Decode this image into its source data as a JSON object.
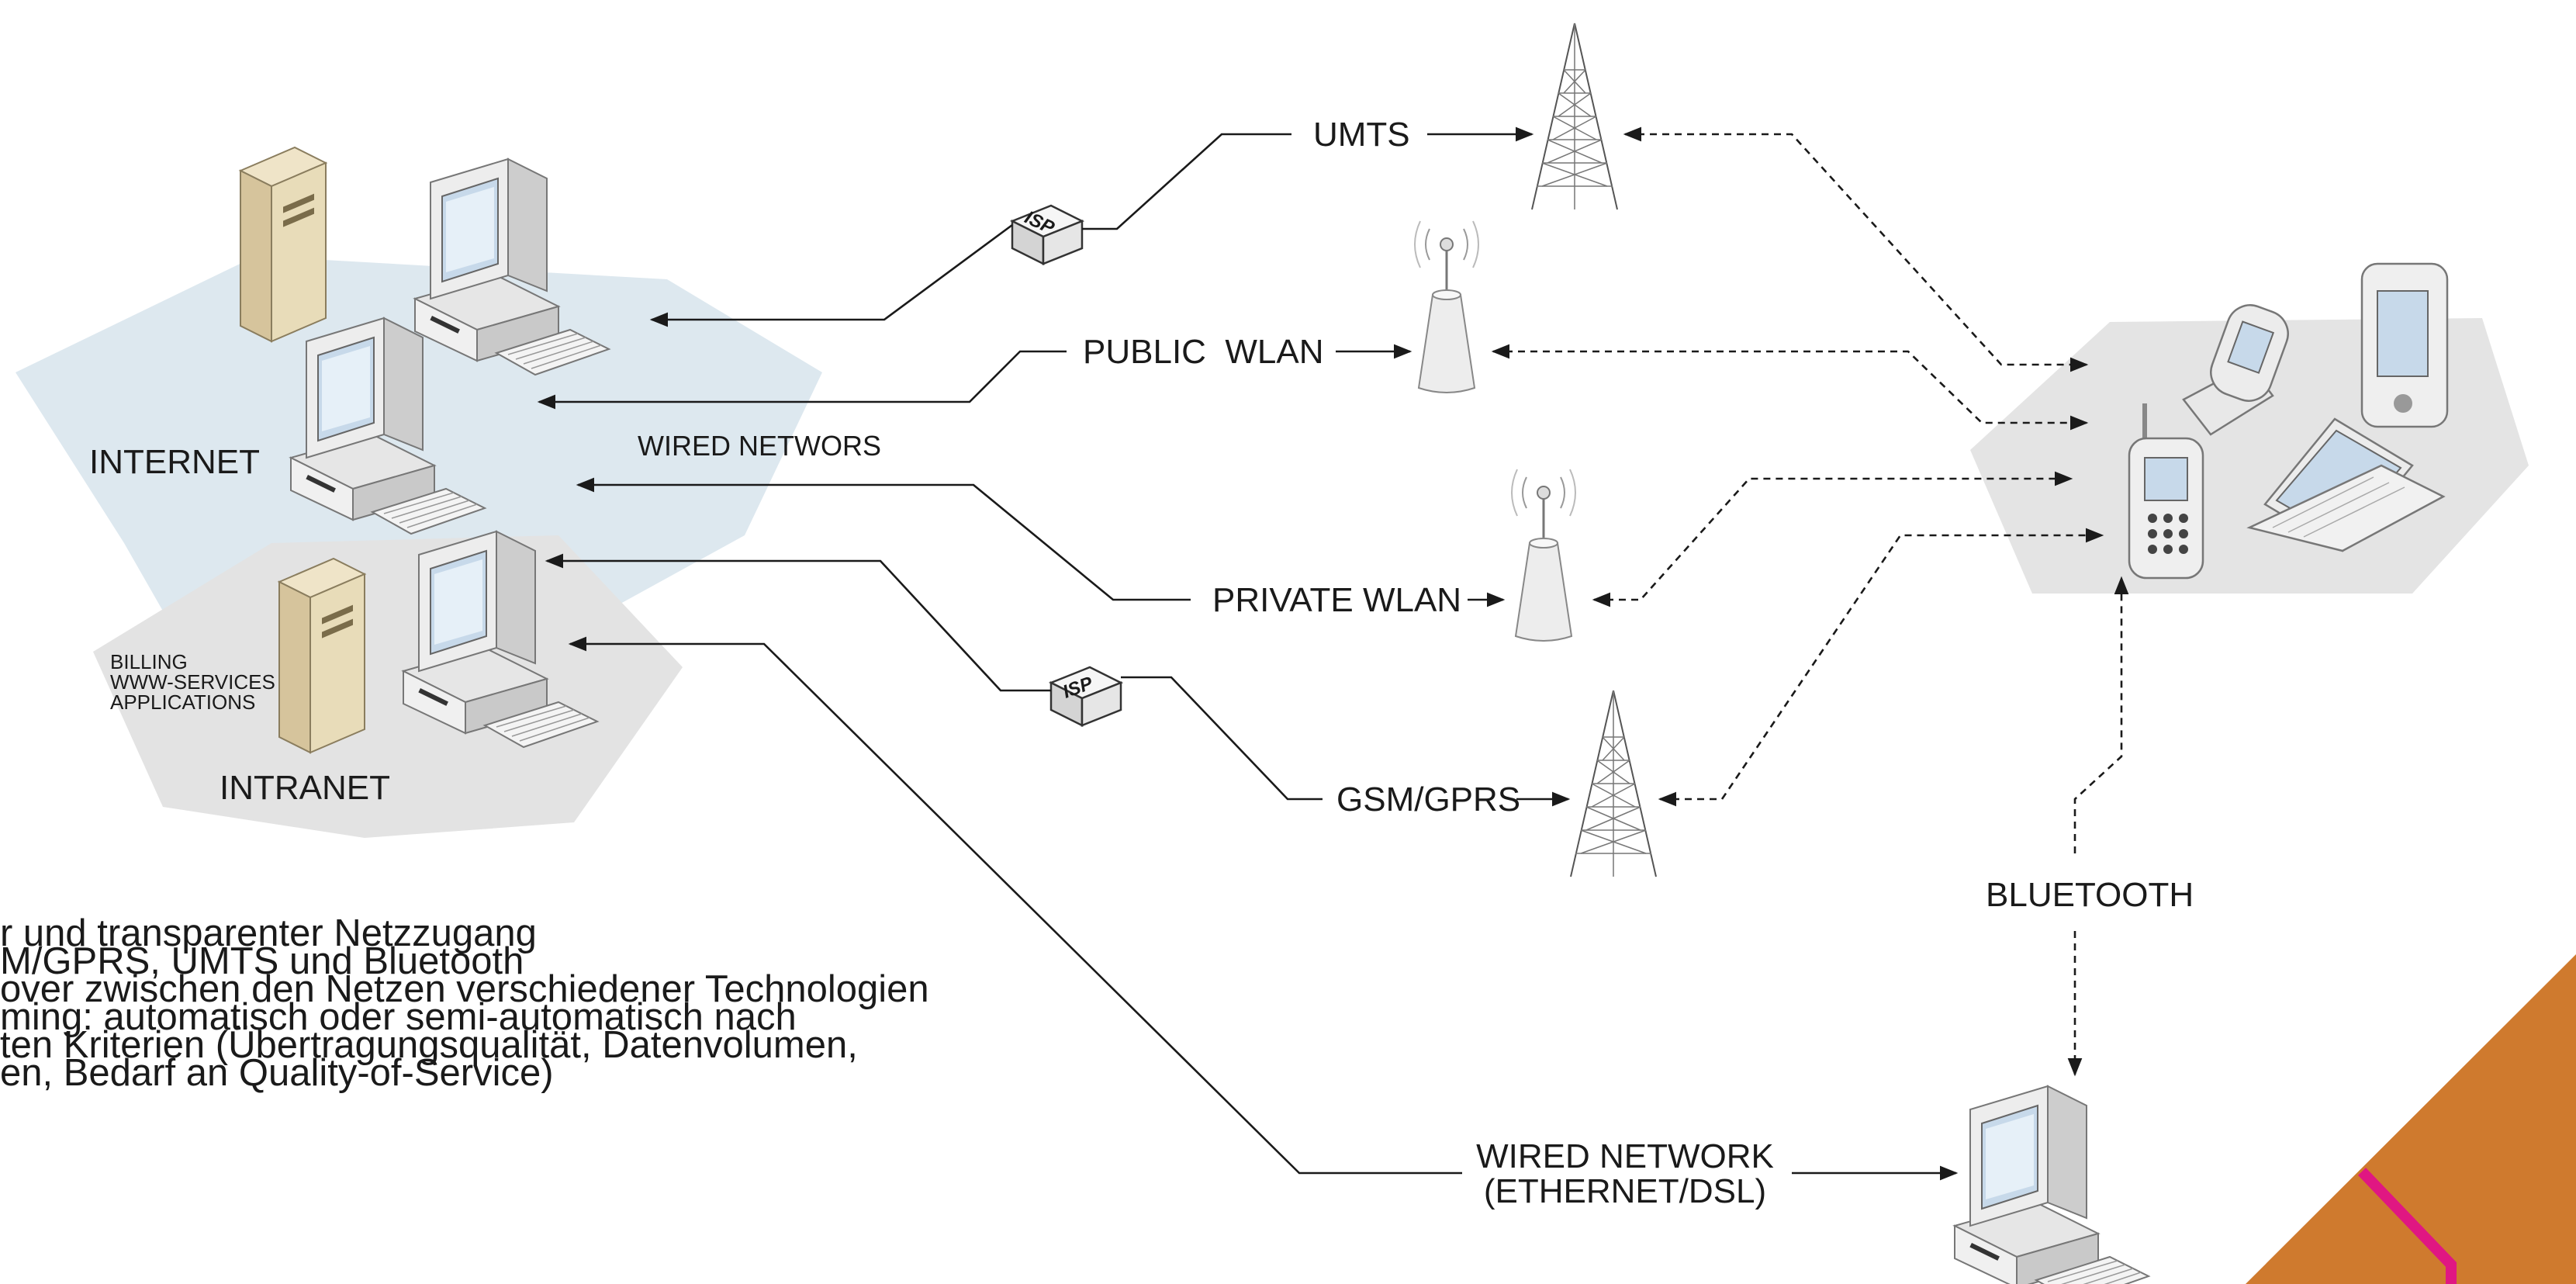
{
  "labels": {
    "internet": "INTERNET",
    "intranet": "INTRANET",
    "intranet_services": [
      "BILLING",
      "WWW-SERVICES",
      "APPLICATIONS"
    ],
    "wired_networks": "WIRED NETWORS",
    "umts": "UMTS",
    "public_wlan": "PUBLIC  WLAN",
    "private_wlan": "PRIVATE WLAN",
    "gsm_gprs": "GSM/GPRS",
    "bluetooth": "BLUETOOTH",
    "wired_network": [
      "WIRED NETWORK",
      "(ETHERNET/DSL)"
    ],
    "isp": "ISP"
  },
  "bullets": [
    "r und transparenter Netzzugang",
    "M/GPRS, UMTS und Bluetooth",
    "over zwischen den Netzen verschiedener Technologien",
    "ming: automatisch oder semi-automatisch nach",
    "ten Kriterien (Übertragungsqualität, Datenvolumen,",
    "en, Bedarf an Quality-of-Service)",
    ""
  ],
  "colors": {
    "internet_zone": "#dde8ef",
    "intranet_zone": "#e3e3e3",
    "mobile_zone": "#e4e4e4",
    "server": "#d9c9a4",
    "accent_orange": "#cf7a2e",
    "accent_magenta": "#e01782"
  },
  "icons": [
    "server-icon",
    "computer-icon",
    "isp-box-icon",
    "cell-tower-icon",
    "wlan-access-point-icon",
    "mobile-phone-icon",
    "pda-icon",
    "laptop-icon"
  ]
}
